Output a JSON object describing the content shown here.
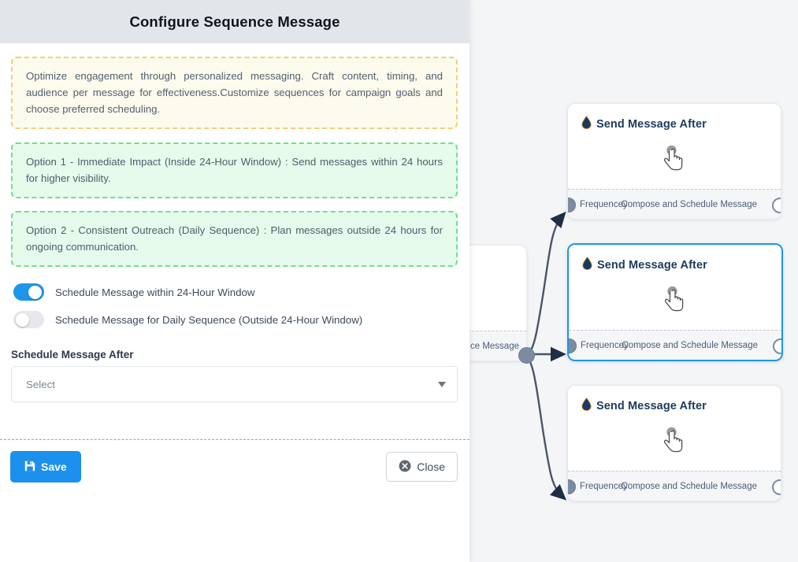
{
  "panel": {
    "title": "Configure Sequence Message",
    "notes": [
      {
        "kind": "info-yellow",
        "text": "Optimize engagement through personalized messaging. Craft content, timing, and audience per message for effectiveness.Customize sequences for campaign goals and choose preferred scheduling."
      },
      {
        "kind": "option-green",
        "text": "Option 1 - Immediate Impact (Inside 24-Hour Window) : Send messages within 24 hours for higher visibility."
      },
      {
        "kind": "option-green",
        "text": "Option 2 - Consistent Outreach (Daily Sequence) : Plan messages outside 24 hours for ongoing communication."
      }
    ],
    "toggles": [
      {
        "label": "Schedule Message within 24-Hour Window",
        "state": "on"
      },
      {
        "label": "Schedule Message for Daily Sequence (Outside 24-Hour Window)",
        "state": "off"
      }
    ],
    "field": {
      "label": "Schedule Message After",
      "value": "Select",
      "caret_icon": "chevron-down-icon"
    },
    "footer": {
      "save_label": "Save",
      "save_icon": "save-disk-icon",
      "close_label": "Close",
      "close_icon": "circle-x-icon"
    }
  },
  "canvas": {
    "source_node": {
      "footer_right": "ce Message"
    },
    "nodes": [
      {
        "title": "Send Message After",
        "icon": "water-drop-icon",
        "body_icon": "pointing-hand-cursor-icon",
        "footer_left": "Frequencey",
        "footer_right": "Compose and Schedule Message",
        "selected": "false"
      },
      {
        "title": "Send Message After",
        "icon": "water-drop-icon",
        "body_icon": "pointing-hand-cursor-icon",
        "footer_left": "Frequencey",
        "footer_right": "Compose and Schedule Message",
        "selected": "true"
      },
      {
        "title": "Send Message After",
        "icon": "water-drop-icon",
        "body_icon": "pointing-hand-cursor-icon",
        "footer_left": "Frequencey",
        "footer_right": "Compose and Schedule Message",
        "selected": "false"
      }
    ]
  },
  "colors": {
    "accent_blue": "#1b90ed",
    "selected_border": "#1b96e8",
    "node_title": "#1d3a5c",
    "edge": "#4a5568",
    "header_bg": "#e2e5ea",
    "canvas_bg": "#f4f5f7",
    "note_yellow_bg": "#fdfbed",
    "note_yellow_border": "#f2cf7e",
    "note_green_bg": "#e7fbec",
    "note_green_border": "#6fe08c"
  }
}
